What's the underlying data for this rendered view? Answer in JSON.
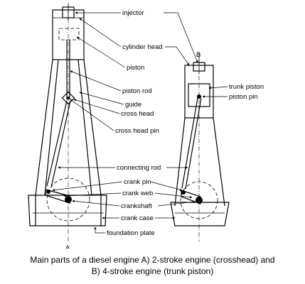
{
  "labels": {
    "injector": "injector",
    "cylinder_head": "cylinder head",
    "piston": "piston",
    "piston_rod": "piston rod",
    "guide": "guide",
    "cross_head": "cross head",
    "cross_head_pin": "cross head pin",
    "connecting_rod": "connecting rod",
    "crank_pin": "crank pin",
    "crank_web": "crank web",
    "crankshaft": "crankshaft",
    "crank_case": "crank case",
    "foundation_plate": "foundation plate",
    "trunk_piston": "trunk piston",
    "piston_pin": "piston pin",
    "engine_a": "A",
    "engine_b": "B"
  },
  "caption": {
    "line1": "Main parts of a diesel engine A) 2-stroke engine (crosshead) and",
    "line2": "B) 4-stroke engine (trunk piston)"
  }
}
